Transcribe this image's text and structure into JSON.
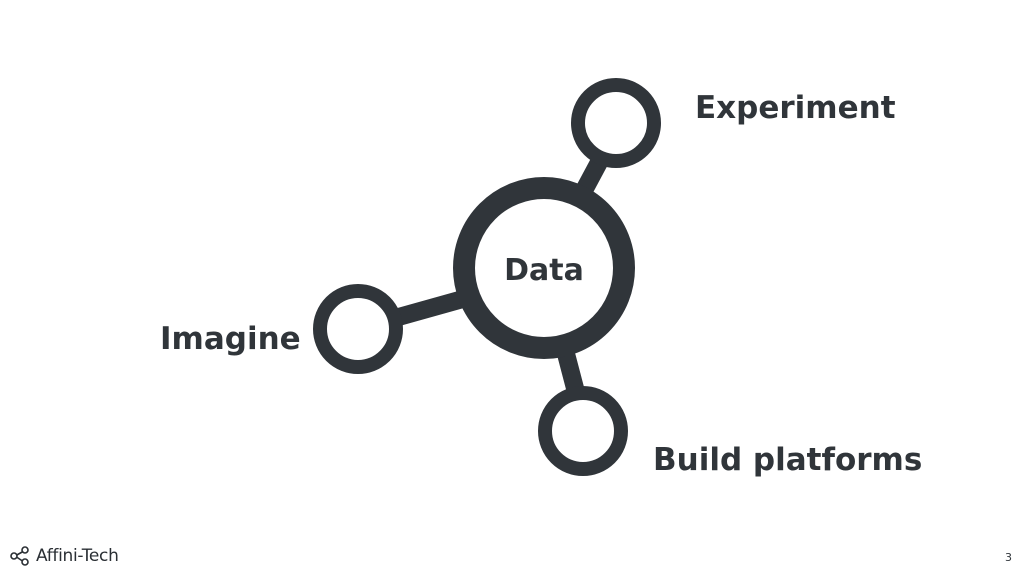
{
  "diagram": {
    "center_label": "Data",
    "nodes": [
      {
        "id": "experiment",
        "label": "Experiment"
      },
      {
        "id": "imagine",
        "label": "Imagine"
      },
      {
        "id": "build",
        "label": "Build platforms"
      }
    ],
    "color": "#30353a"
  },
  "footer": {
    "logo_text": "Affini-Tech",
    "page_number": "3"
  }
}
